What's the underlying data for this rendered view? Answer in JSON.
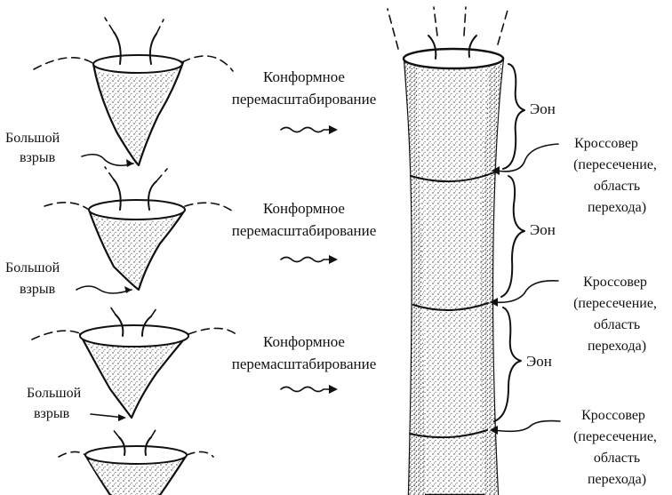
{
  "colors": {
    "ink": "#111111",
    "paper": "#ffffff"
  },
  "left_column": {
    "big_bang_labels": [
      {
        "line1": "Большой",
        "line2": "взрыв"
      },
      {
        "line1": "Большой",
        "line2": "взрыв"
      },
      {
        "line1": "Большой",
        "line2": "взрыв"
      }
    ]
  },
  "middle_column": {
    "rescaling_labels": [
      {
        "line1": "Конформное",
        "line2": "перемасштабирование"
      },
      {
        "line1": "Конформное",
        "line2": "перемасштабирование"
      },
      {
        "line1": "Конформное",
        "line2": "перемасштабирование"
      }
    ]
  },
  "right_column": {
    "aeon_labels": [
      "Эон",
      "Эон",
      "Эон"
    ],
    "crossover_labels": [
      {
        "line1": "Кроссовер",
        "line2": "(пересечение,",
        "line3": "область",
        "line4": "перехода)"
      },
      {
        "line1": "Кроссовер",
        "line2": "(пересечение,",
        "line3": "область",
        "line4": "перехода)"
      },
      {
        "line1": "Кроссовер",
        "line2": "(пересечение,",
        "line3": "область",
        "line4": "перехода)"
      }
    ]
  }
}
